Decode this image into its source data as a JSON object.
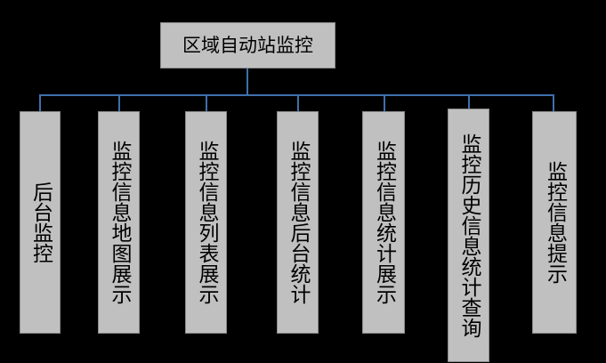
{
  "diagram": {
    "type": "org-chart",
    "title": "区域自动站监控",
    "background_color": "#000000",
    "node_fill_color": "#c0c0c0",
    "node_border_color": "#8a8a8a",
    "connector_color": "#3f6fad",
    "text_color": "#000000",
    "root": {
      "label": "区域自动站监控",
      "orientation": "horizontal"
    },
    "children": [
      {
        "label": "后台监控",
        "orientation": "vertical"
      },
      {
        "label": "监控信息地图展示",
        "orientation": "vertical"
      },
      {
        "label": "监控信息列表展示",
        "orientation": "vertical"
      },
      {
        "label": "监控信息后台统计",
        "orientation": "vertical"
      },
      {
        "label": "监控信息统计展示",
        "orientation": "vertical"
      },
      {
        "label": "监控历史信息统计查询",
        "orientation": "vertical"
      },
      {
        "label": "监控信息提示",
        "orientation": "vertical"
      }
    ]
  }
}
